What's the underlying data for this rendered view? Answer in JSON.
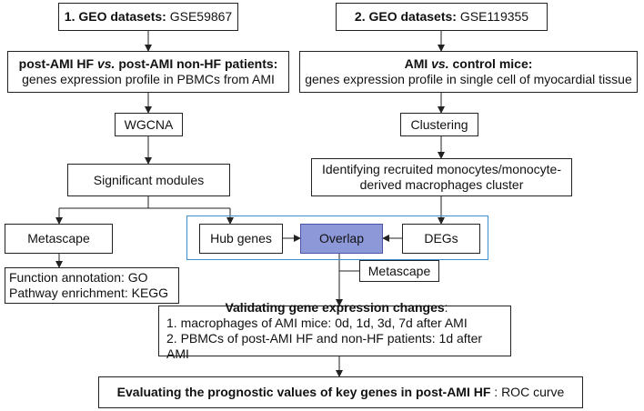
{
  "geo1": {
    "label": "1. GEO datasets:",
    "id": "GSE59867"
  },
  "geo2": {
    "label": "2. GEO datasets:",
    "id": "GSE119355"
  },
  "hf_compare": {
    "title_a": "post-AMI HF",
    "vs": "vs.",
    "title_b": "post-AMI non-HF patients:",
    "desc": "genes expression profile in PBMCs from AMI"
  },
  "mice_compare": {
    "title_a": "AMI",
    "vs": "vs.",
    "title_b": "control mice:",
    "desc": "genes expression profile in single cell of myocardial tissue"
  },
  "wgcna": "WGCNA",
  "clustering": "Clustering",
  "significant_modules": "Significant modules",
  "identify_cluster": {
    "line1": "Identifying recruited monocytes/monocyte-",
    "line2": "derived macrophages cluster"
  },
  "metascape_left": "Metascape",
  "hub_genes": "Hub genes",
  "overlap": "Overlap",
  "degs": "DEGs",
  "function_annotation": "Function annotation: GO",
  "pathway_enrichment": "Pathway enrichment: KEGG",
  "metascape_center": "Metascape",
  "validating": {
    "title": "Validating gene expression changes",
    "colon": ":",
    "item1": "1. macrophages of AMI mice: 0d, 1d, 3d, 7d after AMI",
    "item2": "2. PBMCs of post-AMI HF and non-HF patients: 1d after AMI"
  },
  "evaluating": {
    "title": "Evaluating the prognostic values of  key genes in post-AMI HF",
    "suffix": " : ROC curve"
  },
  "colors": {
    "line": "#222222",
    "frame": "#3b8fcf",
    "overlap_fill": "#8d98d8"
  }
}
